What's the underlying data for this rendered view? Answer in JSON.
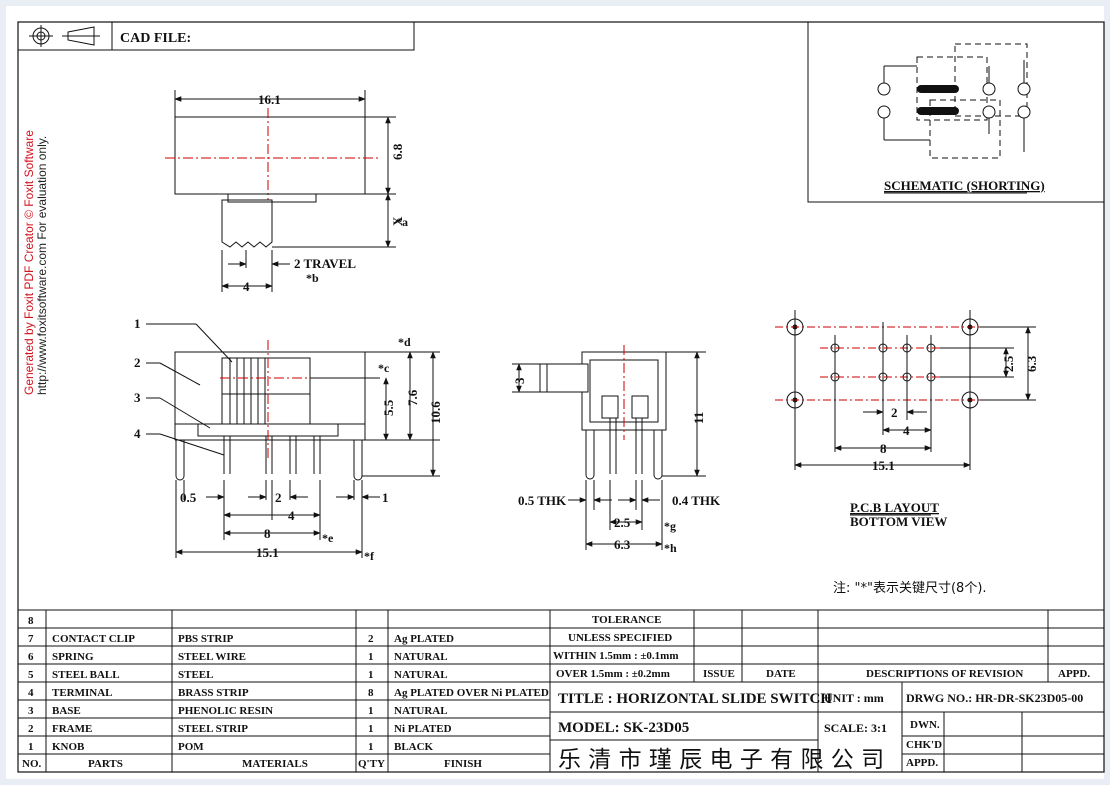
{
  "title_block": {
    "cad_file_label": "CAD FILE:"
  },
  "schematic": {
    "caption": "SCHEMATIC (SHORTING)"
  },
  "watermark": {
    "line1": "Generated by Foxit PDF Creator © Foxit Software",
    "line2": "http://www.foxitsoftware.com   For evaluation only."
  },
  "top_view": {
    "dim_length": "16.1",
    "dim_height": "6.8",
    "dim_x": "X",
    "mark_a": "*a",
    "dim_travel": "2 TRAVEL",
    "mark_b": "*b",
    "dim_knob": "4"
  },
  "front_view": {
    "callouts": [
      "1",
      "2",
      "3",
      "4"
    ],
    "mark_d": "*d",
    "mark_c": "*c",
    "dim_55": "5.5",
    "dim_76": "7.6",
    "dim_106": "10.6",
    "dim_05": "0.5",
    "dim_2": "2",
    "dim_1": "1",
    "dim_4": "4",
    "dim_8": "8",
    "mark_e": "*e",
    "dim_151": "15.1",
    "mark_f": "*f"
  },
  "side_view": {
    "dim_3": "3",
    "dim_11": "11",
    "thk_left": "0.5 THK",
    "thk_right": "0.4 THK",
    "dim_25": "2.5",
    "mark_g": "*g",
    "dim_63": "6.3",
    "mark_h": "*h"
  },
  "pcb": {
    "dim_25": "2.5",
    "dim_63": "6.3",
    "dim_2": "2",
    "dim_4": "4",
    "dim_8": "8",
    "dim_151": "15.1",
    "caption1": "P.C.B LAYOUT",
    "caption2": "BOTTOM VIEW"
  },
  "note": "注: \"*\"表示关键尺寸(8个).",
  "bom": {
    "header": {
      "no": "NO.",
      "parts": "PARTS",
      "materials": "MATERIALS",
      "qty": "Q'TY",
      "finish": "FINISH"
    },
    "rows": [
      {
        "no": "8",
        "part": "",
        "material": "",
        "qty": "",
        "finish": ""
      },
      {
        "no": "7",
        "part": "CONTACT CLIP",
        "material": "PBS STRIP",
        "qty": "2",
        "finish": "Ag PLATED"
      },
      {
        "no": "6",
        "part": "SPRING",
        "material": "STEEL WIRE",
        "qty": "1",
        "finish": "NATURAL"
      },
      {
        "no": "5",
        "part": "STEEL BALL",
        "material": "STEEL",
        "qty": "1",
        "finish": "NATURAL"
      },
      {
        "no": "4",
        "part": "TERMINAL",
        "material": "BRASS STRIP",
        "qty": "8",
        "finish": "Ag PLATED OVER Ni PLATED"
      },
      {
        "no": "3",
        "part": "BASE",
        "material": "PHENOLIC RESIN",
        "qty": "1",
        "finish": "NATURAL"
      },
      {
        "no": "2",
        "part": "FRAME",
        "material": "STEEL STRIP",
        "qty": "1",
        "finish": "Ni PLATED"
      },
      {
        "no": "1",
        "part": "KNOB",
        "material": "POM",
        "qty": "1",
        "finish": "BLACK"
      }
    ]
  },
  "tolerance": {
    "title": "TOLERANCE",
    "sub": "UNLESS   SPECIFIED",
    "within": "WITHIN 1.5mm : ±0.1mm",
    "over": "OVER 1.5mm : ±0.2mm"
  },
  "revision": {
    "issue": "ISSUE",
    "date": "DATE",
    "desc": "DESCRIPTIONS OF REVISION",
    "appd": "APPD."
  },
  "drawing": {
    "title": "TITLE :  HORIZONTAL SLIDE SWITCH",
    "unit": "UNIT :  mm",
    "drwg_no": "DRWG NO.:  HR-DR-SK23D05-00",
    "model": "MODEL:  SK-23D05",
    "scale": "SCALE:  3:1",
    "dwn": "DWN.",
    "chkd": "CHK'D",
    "appd": "APPD.",
    "company": "乐 清 市 瑾 辰 电 子 有 限 公 司"
  }
}
